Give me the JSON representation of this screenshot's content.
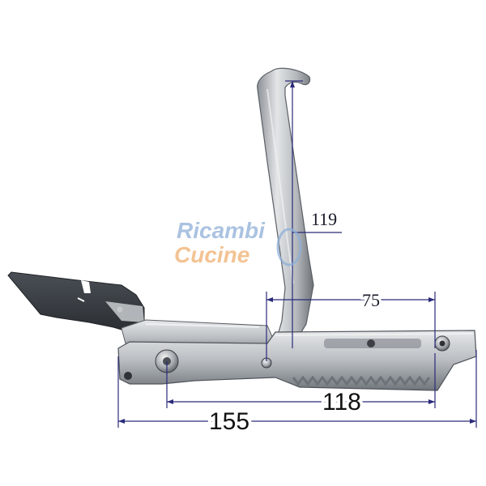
{
  "watermark": {
    "line1": "Ricambi",
    "line2": "Cucine"
  },
  "dimensions": {
    "height_label": "119",
    "arm_width_label": "75",
    "inner_length_label": "118",
    "overall_length_label": "155"
  },
  "colors": {
    "dimension_line": "#2a2a7a",
    "watermark_blue": "#8fb0d8",
    "watermark_orange": "#f0b070",
    "metal_light": "#d6d8da",
    "metal_mid": "#a9adb2",
    "metal_dark": "#5e6369"
  }
}
